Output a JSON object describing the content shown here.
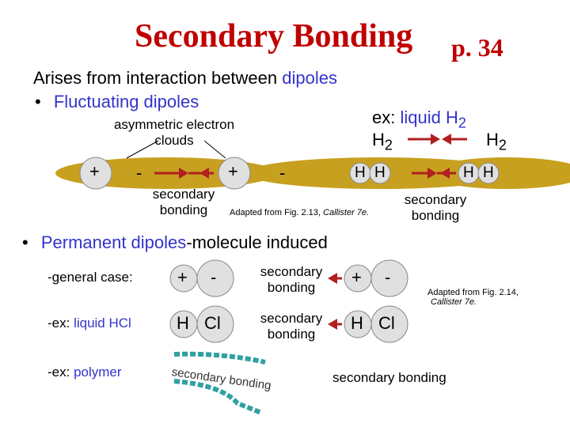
{
  "title": "Secondary Bonding",
  "page_ref": "p. 34",
  "intro": {
    "text": "Arises from interaction between ",
    "highlight": "dipoles"
  },
  "bullet1": {
    "text": "Fluctuating dipoles"
  },
  "asym_label": {
    "line1": "asymmetric electron",
    "line2": "clouds"
  },
  "example1": {
    "prefix": "ex:",
    "label": "liquid H",
    "sub": "2"
  },
  "h2_left": {
    "text": "H",
    "sub": "2"
  },
  "h2_right": {
    "text": "H",
    "sub": "2"
  },
  "dipole_signs": {
    "plus": "+",
    "minus": "-"
  },
  "atom_h": "H",
  "sec_bond_1": {
    "line1": "secondary",
    "line2": "bonding"
  },
  "sec_bond_2": {
    "line1": "secondary",
    "line2": "bonding"
  },
  "credit1": {
    "prefix": "Adapted from Fig. 2.13, ",
    "italic": "Callister 7e."
  },
  "bullet2": {
    "text": "Permanent dipoles",
    "rest": "-molecule induced"
  },
  "general_case": "-general case:",
  "ex_hcl": {
    "prefix": "-ex: ",
    "label": "liquid HCl"
  },
  "ex_polymer": {
    "prefix": "-ex: ",
    "label": "polymer"
  },
  "sec_bond_3": {
    "line1": "secondary",
    "line2": "bonding"
  },
  "sec_bond_4": {
    "line1": "secondary",
    "line2": "bonding"
  },
  "credit2": {
    "line1": "Adapted from Fig. 2.14,",
    "line2": "Callister 7e."
  },
  "hcl": {
    "h": "H",
    "cl": "Cl"
  },
  "polymer_label": "secondary bonding",
  "polymer_chain_text": "secondary bonding",
  "colors": {
    "title": "#c00000",
    "accent": "#3333cc",
    "cloud": "#c8a020",
    "atom": "#e0e0e0",
    "arrow": "#b02020",
    "chain": "#30a0a0"
  }
}
